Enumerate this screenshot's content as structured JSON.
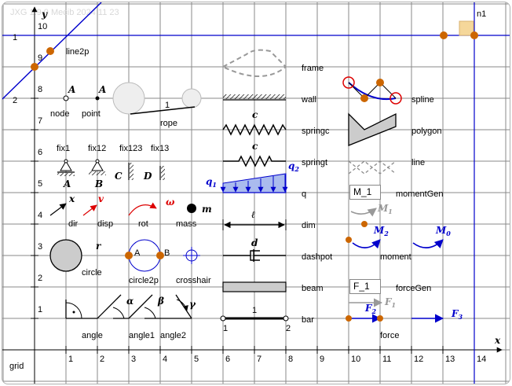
{
  "watermark": "JXG 1.9.0 Mecib 2024 11 23",
  "axes": {
    "x_name": "x",
    "y_name": "y",
    "x_ticks": [
      "1",
      "2",
      "3",
      "4",
      "5",
      "6",
      "7",
      "8",
      "9",
      "10",
      "11",
      "12",
      "13",
      "14"
    ],
    "y_ticks": [
      "1",
      "2",
      "3",
      "4",
      "5",
      "6",
      "7",
      "8",
      "9",
      "10"
    ]
  },
  "extra_labels": {
    "n1": "n1",
    "left_1": "1",
    "left_2": "2"
  },
  "line2p": {
    "label": "line2p",
    "left_pt_label": "9",
    "top_pt_label": "10"
  },
  "node": {
    "label": "node",
    "sym": "A"
  },
  "point": {
    "label": "point",
    "sym": "A"
  },
  "rope": {
    "label": "rope",
    "num": "1"
  },
  "fix": {
    "fix1": "fix1",
    "fix12": "fix12",
    "fix123": "fix123",
    "fix13": "fix13",
    "A": "A",
    "B": "B",
    "C": "C",
    "D": "D"
  },
  "dir": {
    "label": "dir",
    "sym": "x"
  },
  "disp": {
    "label": "disp",
    "sym": "v"
  },
  "rot": {
    "label": "rot",
    "sym": "ω"
  },
  "mass": {
    "label": "mass",
    "sym": "m"
  },
  "circle": {
    "label": "circle",
    "sym": "r"
  },
  "circle2p": {
    "label": "circle2p",
    "a": "A",
    "b": "B"
  },
  "crosshair": {
    "label": "crosshair"
  },
  "angles": {
    "angle": "angle",
    "angle1": "angle1",
    "angle2": "angle2",
    "alpha": "α",
    "beta": "β",
    "gamma": "γ"
  },
  "frame": {
    "label": "frame"
  },
  "wall": {
    "label": "wall"
  },
  "springc": {
    "label": "springc",
    "sym": "c"
  },
  "springt": {
    "label": "springt",
    "sym": "c"
  },
  "q": {
    "label": "q",
    "q1": "q",
    "q1_sub": "1",
    "q2": "q",
    "q2_sub": "2"
  },
  "dim": {
    "label": "dim",
    "sym": "ℓ"
  },
  "dashpot": {
    "label": "dashpot",
    "sym": "d"
  },
  "beam": {
    "label": "beam"
  },
  "bar": {
    "label": "bar",
    "num": "1",
    "end1": "1",
    "end2": "2"
  },
  "spline": {
    "label": "spline"
  },
  "polygon": {
    "label": "polygon"
  },
  "line": {
    "label": "line"
  },
  "momentGen": {
    "label": "momentGen",
    "input": "M_1",
    "m1": "M",
    "m1_sub": "1"
  },
  "moment": {
    "label": "moment",
    "m2": "M",
    "m2_sub": "2",
    "m0": "M",
    "m0_sub": "0"
  },
  "forceGen": {
    "label": "forceGen",
    "input": "F_1",
    "f1": "F",
    "f1_sub": "1"
  },
  "force": {
    "label": "force",
    "f2": "F",
    "f2_sub": "2",
    "f3": "F",
    "f3_sub": "3"
  },
  "grid": {
    "label": "grid"
  },
  "colors": {
    "grid": "#8a8a8a",
    "axis": "#000000",
    "blue": "#0000cc",
    "orange": "#cc6600",
    "red": "#dd0000",
    "gray": "#999999",
    "load": "#aabbee"
  }
}
